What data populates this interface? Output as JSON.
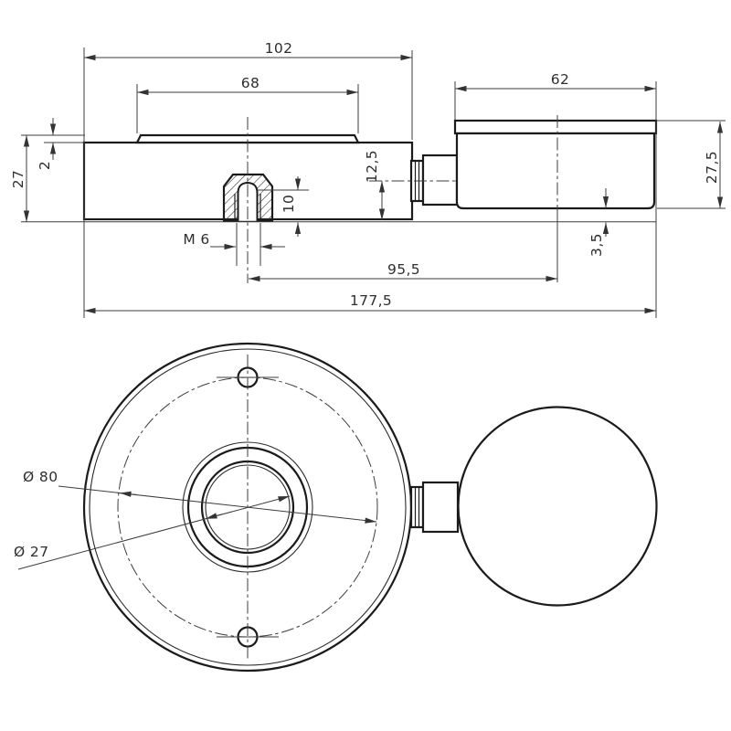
{
  "page": {
    "background": "#ffffff",
    "line_color": "#1b1b1b",
    "dim_color": "#3d3d3d"
  },
  "drawing": {
    "type": "technical-drawing-2-views",
    "views": {
      "side_view": {
        "dimensions": {
          "overall_width": "102",
          "plate_width": "68",
          "gauge_width": "62",
          "body_height": "27",
          "plate_thickness": "2",
          "axis_height": "12,5",
          "thread_depth": "10",
          "thread_label": "M 6",
          "center_distance": "95,5",
          "overall_length": "177,5",
          "gauge_height": "27,5",
          "gauge_offset": "3,5"
        }
      },
      "front_view": {
        "dimensions": {
          "bolt_circle_dia": "Ø 80",
          "bore_dia": "Ø 27"
        }
      }
    }
  }
}
